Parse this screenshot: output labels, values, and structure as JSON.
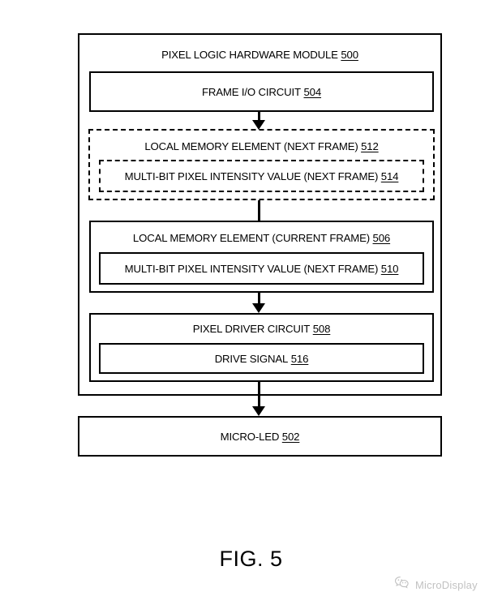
{
  "figure": {
    "caption": "FIG. 5",
    "blocks": {
      "module_500": {
        "label": "PIXEL LOGIC HARDWARE MODULE",
        "ref": "500",
        "style": "solid"
      },
      "frame_io_504": {
        "label": "FRAME I/O CIRCUIT",
        "ref": "504",
        "style": "solid"
      },
      "local_memory_next_512": {
        "label": "LOCAL MEMORY ELEMENT (NEXT FRAME)",
        "ref": "512",
        "style": "dashed"
      },
      "multibit_next_514": {
        "label": "MULTI-BIT PIXEL INTENSITY VALUE (NEXT FRAME)",
        "ref": "514",
        "style": "dashed"
      },
      "local_memory_current_506": {
        "label": "LOCAL MEMORY ELEMENT (CURRENT FRAME)",
        "ref": "506",
        "style": "solid"
      },
      "multibit_510": {
        "label": "MULTI-BIT PIXEL INTENSITY VALUE (NEXT FRAME)",
        "ref": "510",
        "style": "solid"
      },
      "pixel_driver_508": {
        "label": "PIXEL DRIVER CIRCUIT",
        "ref": "508",
        "style": "solid"
      },
      "drive_signal_516": {
        "label": "DRIVE SIGNAL",
        "ref": "516",
        "style": "solid"
      },
      "micro_led_502": {
        "label": "MICRO-LED",
        "ref": "502",
        "style": "solid"
      }
    },
    "connectors": [
      {
        "from": "504",
        "to": "512",
        "arrow": true
      },
      {
        "from": "512",
        "to": "506",
        "arrow": false
      },
      {
        "from": "506",
        "to": "508",
        "arrow": true
      },
      {
        "from": "508",
        "to": "502",
        "arrow": true
      }
    ]
  },
  "watermark": {
    "text": "MicroDisplay",
    "icon": "wechat-official-account-icon",
    "color": "#6d6d6d"
  },
  "colors": {
    "ink": "#000000",
    "background": "#ffffff",
    "watermark": "#6d6d6d"
  }
}
